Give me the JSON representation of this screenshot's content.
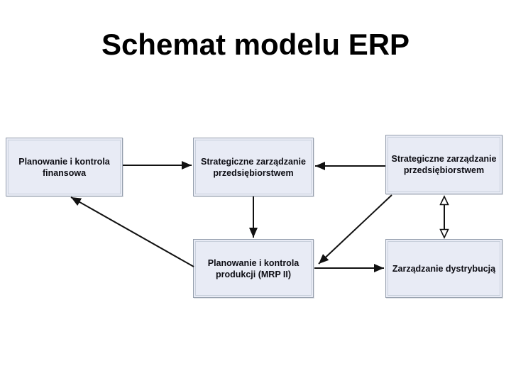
{
  "title": "Schemat modelu ERP",
  "diagram": {
    "nodes": [
      {
        "id": "finance",
        "label": "Planowanie i kontrola finansowa"
      },
      {
        "id": "strategic-left",
        "label": "Strategiczne zarządzanie przedsiębiorstwem"
      },
      {
        "id": "strategic-right",
        "label": "Strategiczne zarządzanie przedsiębiorstwem"
      },
      {
        "id": "production",
        "label": "Planowanie i kontrola produkcji (MRP II)"
      },
      {
        "id": "distribution",
        "label": "Zarządzanie dystrybucją"
      }
    ],
    "edges": [
      {
        "from": "finance",
        "to": "strategic-left",
        "arrowhead": "filled",
        "direction": "single"
      },
      {
        "from": "strategic-right",
        "to": "strategic-left",
        "arrowhead": "filled",
        "direction": "single"
      },
      {
        "from": "strategic-left",
        "to": "production",
        "arrowhead": "filled",
        "direction": "single"
      },
      {
        "from": "production",
        "to": "finance",
        "arrowhead": "filled",
        "direction": "single"
      },
      {
        "from": "strategic-right",
        "to": "production",
        "arrowhead": "filled",
        "direction": "single"
      },
      {
        "from": "production",
        "to": "distribution",
        "arrowhead": "filled",
        "direction": "single"
      },
      {
        "from": "strategic-right",
        "to": "distribution",
        "arrowhead": "open",
        "direction": "double"
      }
    ]
  },
  "colors": {
    "background": "#ffffff",
    "box_fill": "#e8ebf5",
    "box_border": "#97a0ae",
    "arrow": "#111111",
    "text": "#000000"
  }
}
